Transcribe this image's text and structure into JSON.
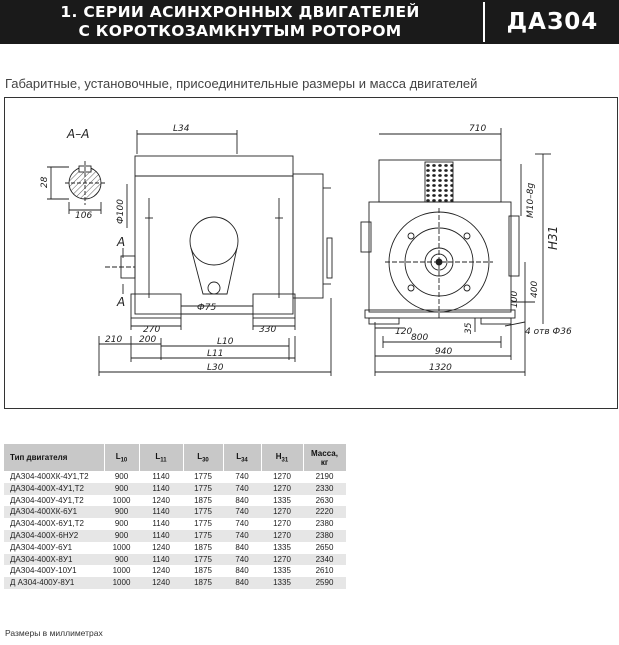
{
  "header": {
    "title_line1": "1. СЕРИИ АСИНХРОННЫХ ДВИГАТЕЛЕЙ",
    "title_line2": "С КОРОТКОЗАМКНУТЫМ РОТОРОМ",
    "series_code": "ДАЗ04"
  },
  "subtitle": "Габаритные, установочные, присоединительные размеры и масса двигателей",
  "drawing": {
    "section_label": "А–А",
    "section_marker": "А",
    "dims": {
      "d28": "28",
      "d106": "106",
      "phi100": "Ф100",
      "l34": "L34",
      "phi75": "Ф75",
      "d270": "270",
      "d330": "330",
      "d210": "210",
      "d200": "200",
      "l10": "L10",
      "l11": "L11",
      "l30": "L30",
      "d710": "710",
      "m10": "М10–8g",
      "h31": "H31",
      "d400": "400",
      "d100": "100",
      "d35": "35",
      "holes": "4 отв Ф36",
      "d120": "120",
      "d800": "800",
      "d940": "940",
      "d1320": "1320"
    }
  },
  "table": {
    "headers": {
      "type": "Тип двигателя",
      "l10_main": "L",
      "l10_sub": "10",
      "l11_main": "L",
      "l11_sub": "11",
      "l30_main": "L",
      "l30_sub": "30",
      "l34_main": "L",
      "l34_sub": "34",
      "h31_main": "H",
      "h31_sub": "31",
      "mass": "Масса, кг"
    },
    "rows": [
      {
        "type": "ДАЗ04-400ХК-4У1,Т2",
        "l10": "900",
        "l11": "1140",
        "l30": "1775",
        "l34": "740",
        "h31": "1270",
        "mass": "2190"
      },
      {
        "type": "ДАЗ04-400Х-4У1,Т2",
        "l10": "900",
        "l11": "1140",
        "l30": "1775",
        "l34": "740",
        "h31": "1270",
        "mass": "2330"
      },
      {
        "type": "ДАЗ04-400У-4У1,Т2",
        "l10": "1000",
        "l11": "1240",
        "l30": "1875",
        "l34": "840",
        "h31": "1335",
        "mass": "2630"
      },
      {
        "type": "ДАЗ04-400ХК-6У1",
        "l10": "900",
        "l11": "1140",
        "l30": "1775",
        "l34": "740",
        "h31": "1270",
        "mass": "2220"
      },
      {
        "type": "ДАЗ04-400Х-6У1,Т2",
        "l10": "900",
        "l11": "1140",
        "l30": "1775",
        "l34": "740",
        "h31": "1270",
        "mass": "2380"
      },
      {
        "type": "ДАЗ04-400Х-6НУ2",
        "l10": "900",
        "l11": "1140",
        "l30": "1775",
        "l34": "740",
        "h31": "1270",
        "mass": "2380"
      },
      {
        "type": "ДАЗ04-400У-6У1",
        "l10": "1000",
        "l11": "1240",
        "l30": "1875",
        "l34": "840",
        "h31": "1335",
        "mass": "2650"
      },
      {
        "type": "ДАЗ04-400Х-8У1",
        "l10": "900",
        "l11": "1140",
        "l30": "1775",
        "l34": "740",
        "h31": "1270",
        "mass": "2340"
      },
      {
        "type": "ДАЗ04-400У-10У1",
        "l10": "1000",
        "l11": "1240",
        "l30": "1875",
        "l34": "840",
        "h31": "1335",
        "mass": "2610"
      },
      {
        "type": "Д АЗ04-400У-8У1",
        "l10": "1000",
        "l11": "1240",
        "l30": "1875",
        "l34": "840",
        "h31": "1335",
        "mass": "2590"
      }
    ]
  },
  "footnote": "Размеры в миллиметрах"
}
